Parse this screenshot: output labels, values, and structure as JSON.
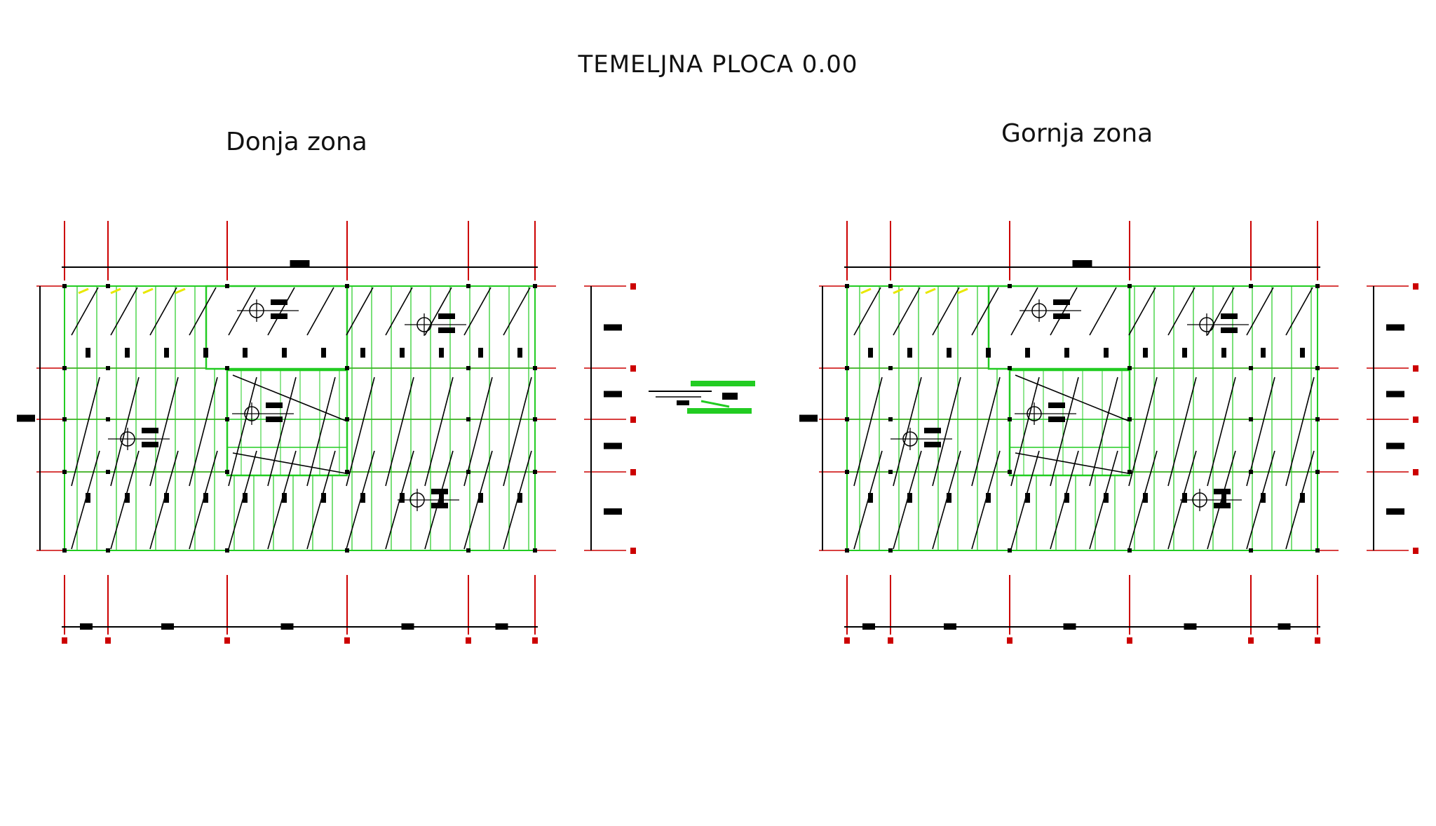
{
  "drawing": {
    "title": "TEMELJNA PLOCA 0.00",
    "zones": [
      {
        "label": "Donja zona"
      },
      {
        "label": "Gornja zona"
      }
    ],
    "colors": {
      "grid_axis": "#cc0000",
      "reinforcement": "#22cc22",
      "linework": "#000000",
      "highlight": "#e8e800"
    }
  }
}
